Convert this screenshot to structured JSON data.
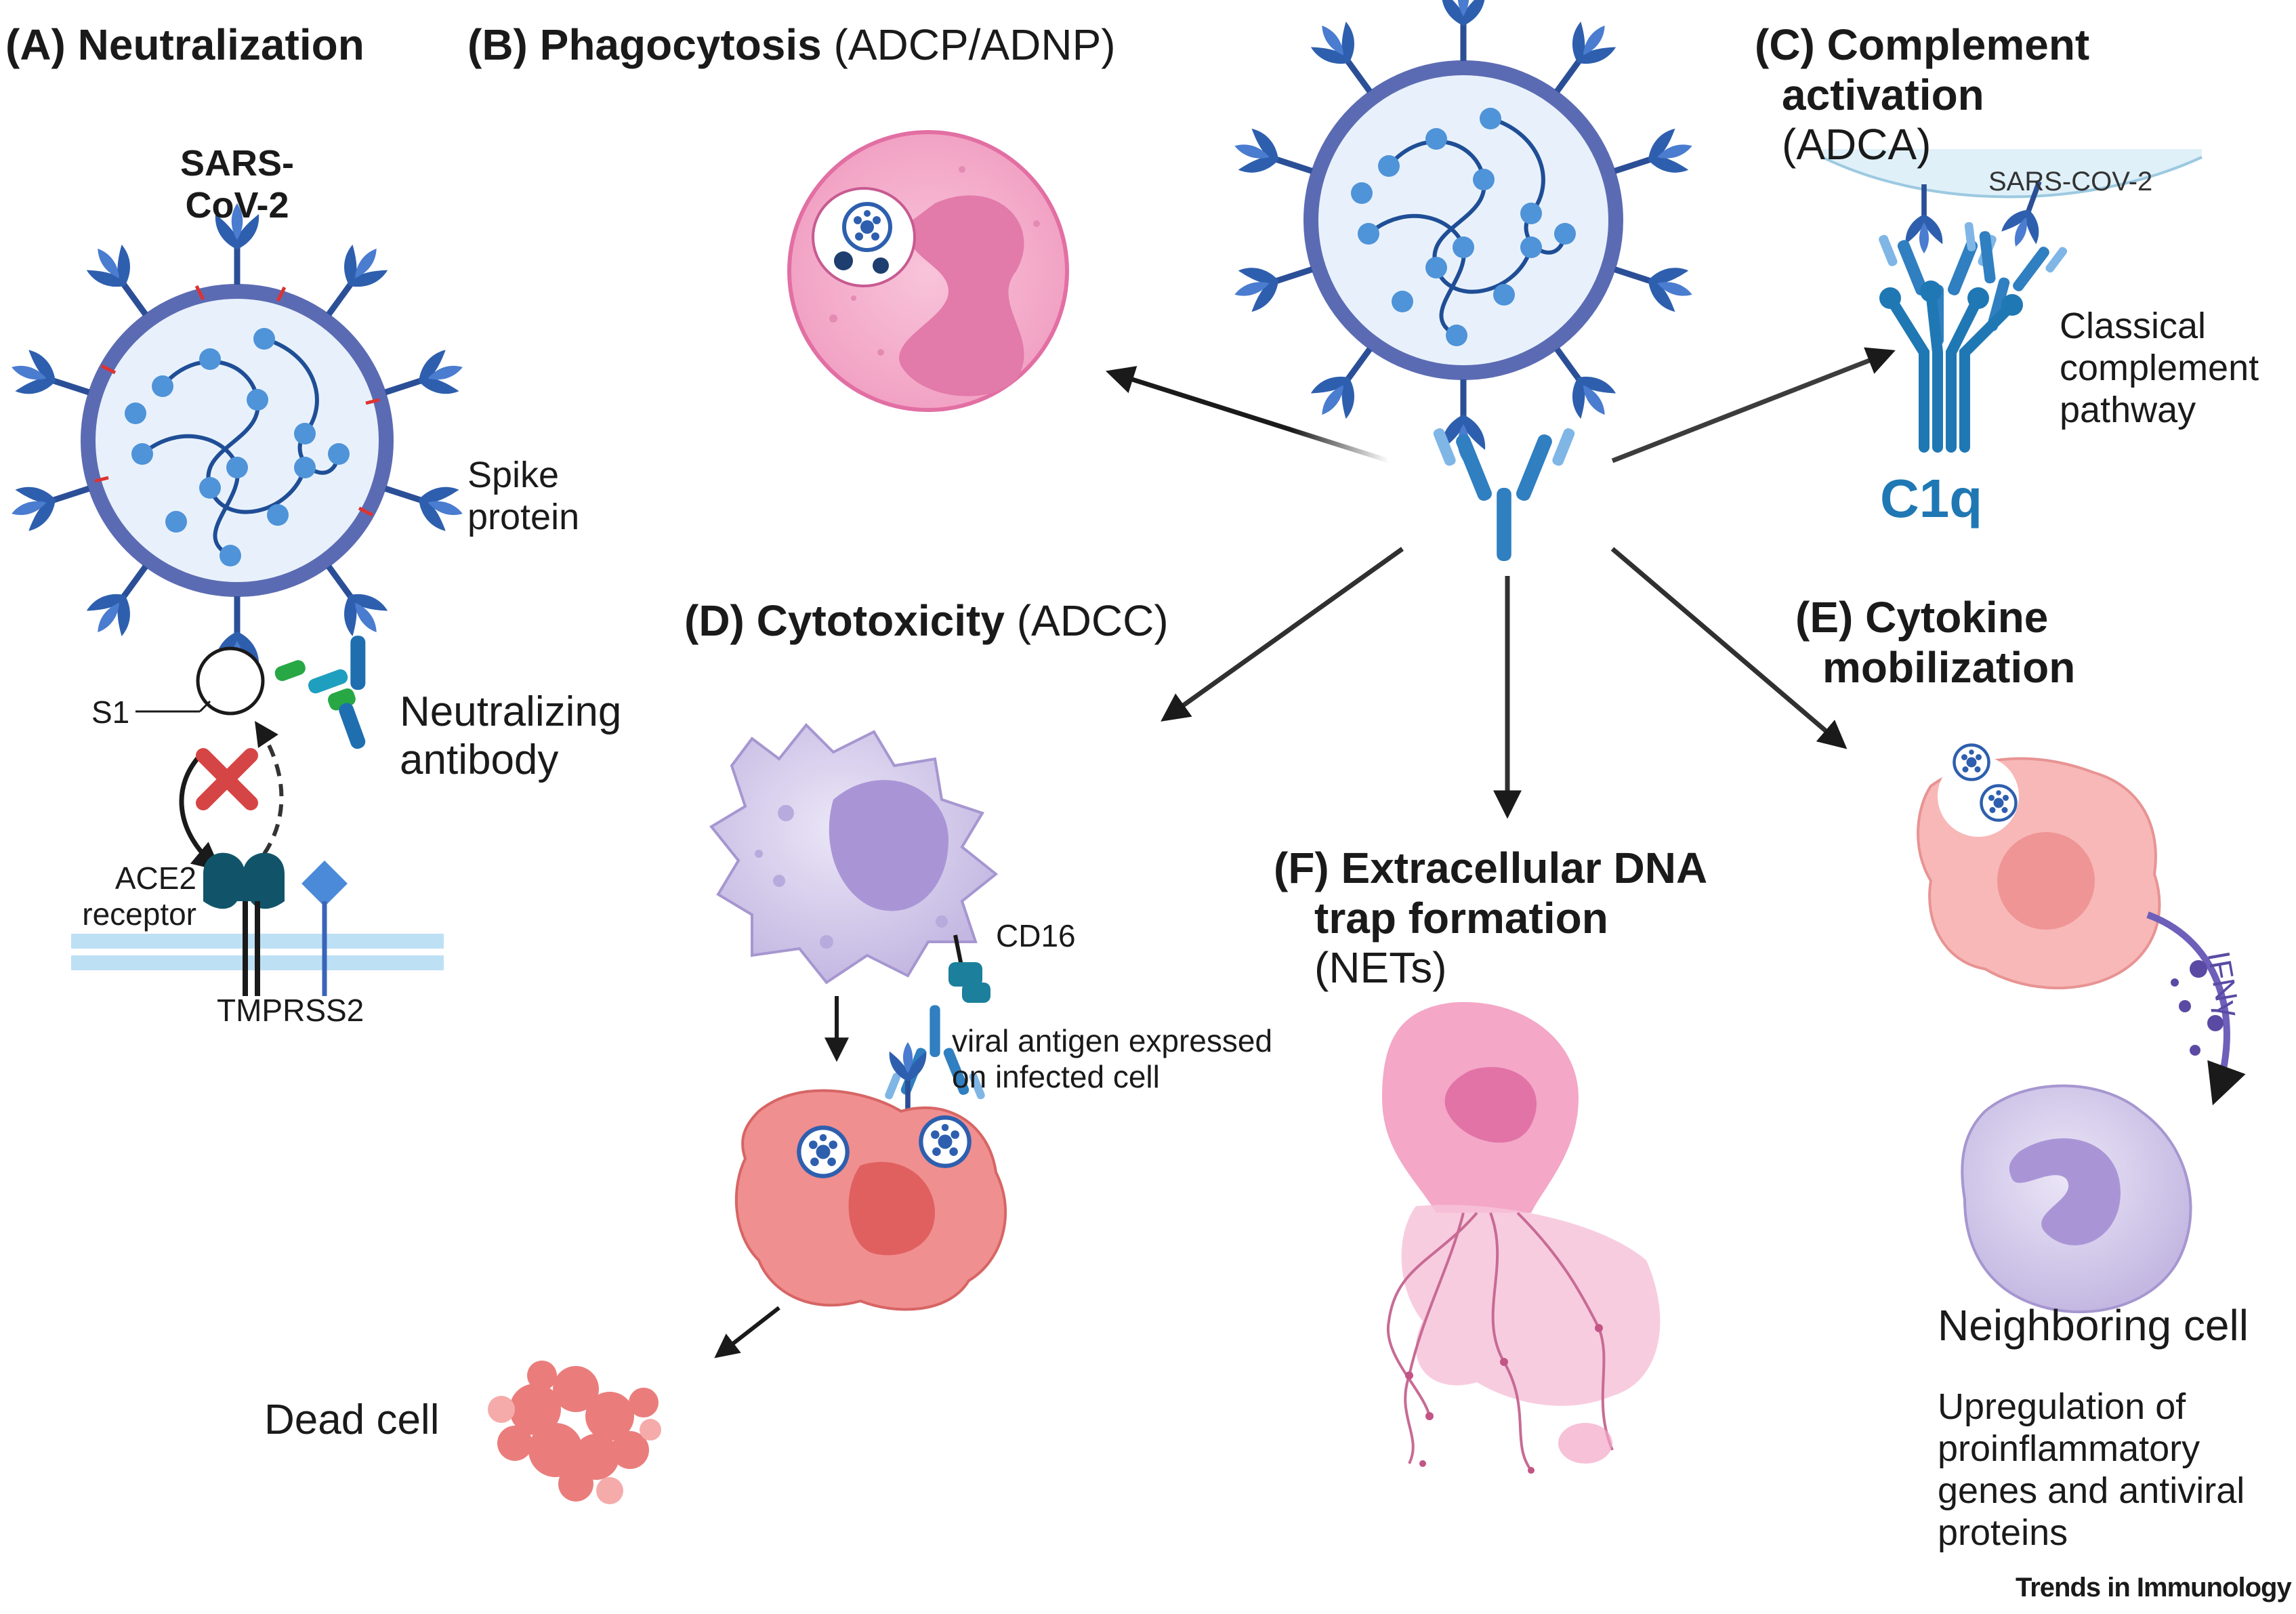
{
  "panels": {
    "a": {
      "letter": "(A)",
      "name": "Neutralization"
    },
    "b": {
      "letter": "(B)",
      "name": "Phagocytosis",
      "abbr": "(ADCP/ADNP)"
    },
    "c": {
      "letter": "(C)",
      "name_line1": "Complement",
      "name_line2": "activation",
      "abbr": "(ADCA)"
    },
    "d": {
      "letter": "(D)",
      "name": "Cytotoxicity",
      "abbr": "(ADCC)"
    },
    "e": {
      "letter": "(E)",
      "name_line1": "Cytokine",
      "name_line2": "mobilization"
    },
    "f": {
      "letter": "(F)",
      "name_line1": "Extracellular DNA",
      "name_line2": "trap formation",
      "abbr": "(NETs)"
    }
  },
  "labels": {
    "sars_line1": "SARS-",
    "sars_line2": "CoV-2",
    "spike_line1": "Spike",
    "spike_line2": "protein",
    "s1": "S1",
    "neut_line1": "Neutralizing",
    "neut_line2": "antibody",
    "ace2_line1": "ACE2",
    "ace2_line2": "receptor",
    "tmprss2": "TMPRSS2",
    "sars_cov_2_caps": "SARS-COV-2",
    "classical_line1": "Classical",
    "classical_line2": "complement",
    "classical_line3": "pathway",
    "c1q": "C1q",
    "cd16": "CD16",
    "viral_line1": "viral antigen expressed",
    "viral_line2": "on infected cell",
    "dead_cell": "Dead cell",
    "ifn": "IFNγ",
    "neighboring": "Neighboring cell",
    "upreg_line1": "Upregulation of",
    "upreg_line2": "proinflammatory",
    "upreg_line3": "genes and antiviral",
    "upreg_line4": "proteins",
    "journal": "Trends in Immunology"
  },
  "colors": {
    "spike": "#2e5fae",
    "virus_border": "#3a55a0",
    "antibody": "#2f7fc1",
    "neutrophil": "#f2a8c9",
    "infected": "#ee8b8b",
    "nk": "#c9c0e4",
    "complement": "#1f78b4",
    "block": "#d64545"
  }
}
